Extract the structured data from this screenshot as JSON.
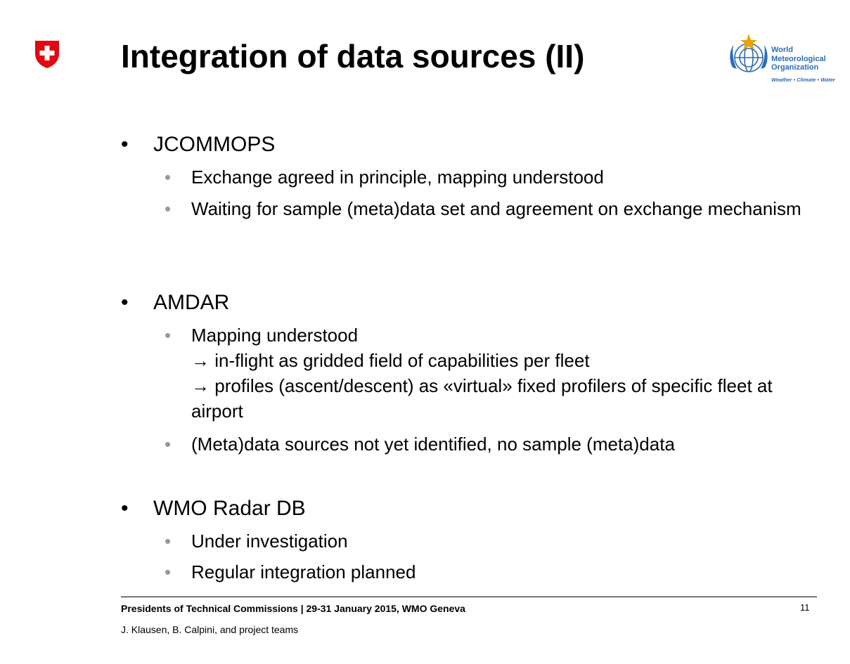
{
  "title": "Integration of data sources (II)",
  "logos": {
    "left_icon": "swiss-cross-shield-icon",
    "right_icon": "wmo-emblem-icon",
    "wmo_line1": "World",
    "wmo_line2": "Meteorological",
    "wmo_line3": "Organization",
    "wmo_tagline": "Weather • Climate • Water",
    "brand_red": "#e30613",
    "brand_blue": "#2a6db4"
  },
  "sections": [
    {
      "heading": "JCOMMOPS",
      "items": [
        "Exchange agreed in principle, mapping understood",
        "Waiting for sample (meta)data set and agreement on exchange mechanism"
      ]
    },
    {
      "heading": "AMDAR",
      "items": [
        "Mapping understood",
        "(Meta)data sources not yet identified, no sample (meta)data"
      ],
      "mapping_sub1": "in-flight as gridded field of capabilities per fleet",
      "mapping_sub2": "profiles (ascent/descent) as «virtual» fixed profilers of specific fleet at airport"
    },
    {
      "heading": "WMO Radar DB",
      "items": [
        "Under investigation",
        "Regular integration planned"
      ]
    }
  ],
  "footer": {
    "event": "Presidents of Technical Commissions | 29-31 January 2015, WMO Geneva",
    "authors": "J. Klausen, B. Calpini, and project teams",
    "page_number": "11"
  }
}
